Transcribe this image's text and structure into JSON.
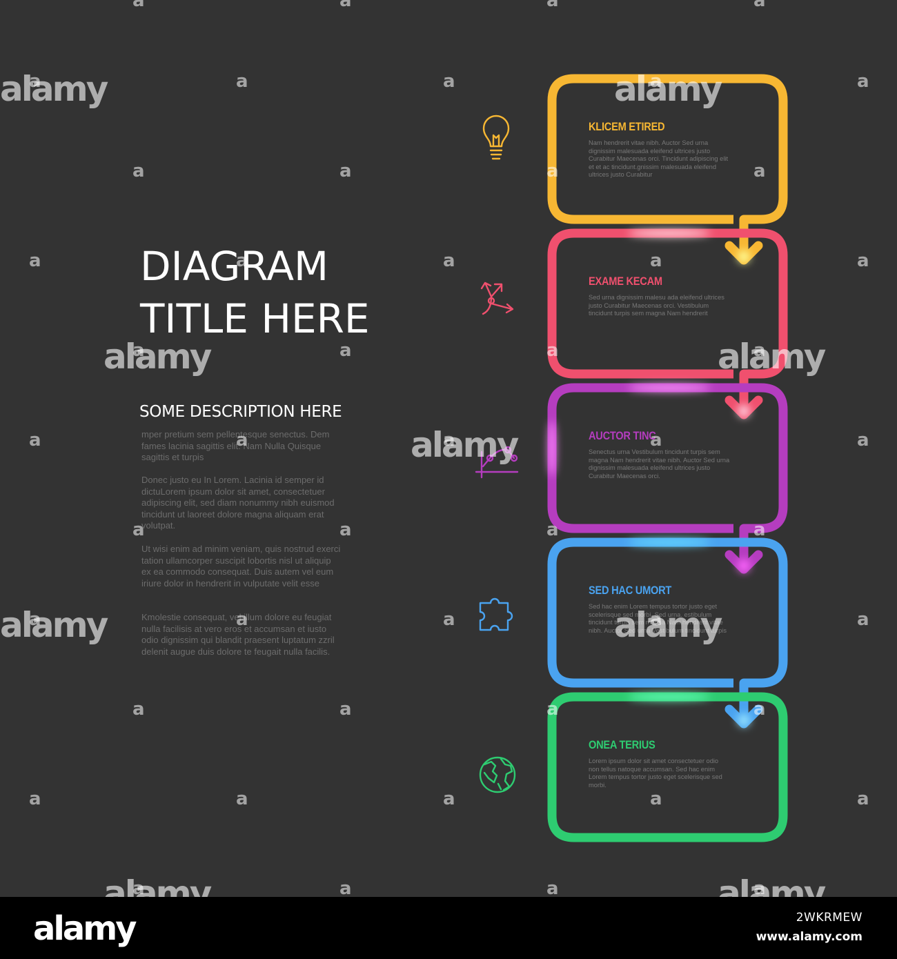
{
  "header": {
    "title_line1": "DIAGRAM",
    "title_line2": "TITLE HERE"
  },
  "description": {
    "heading": "SOME DESCRIPTION HERE",
    "paragraphs": [
      "mper pretium sem pellentesque senectus. Dem fames lacinia sagittis elit. Nam Nulla Quisque sagittis et turpis",
      "Donec justo eu In Lorem. Lacinia id semper id dictuLorem ipsum dolor sit amet, consectetuer adipiscing elit, sed diam nonummy nibh euismod tincidunt ut laoreet dolore magna aliquam erat volutpat.",
      "Ut wisi enim ad minim veniam, quis nostrud exerci tation ullamcorper suscipit lobortis nisl ut aliquip ex ea commodo consequat. Duis autem vel eum iriure dolor in hendrerit in vulputate velit esse",
      "Kmolestie consequat, vel illum dolore eu feugiat nulla facilisis at vero eros et accumsan et iusto odio dignissim qui blandit praesent luptatum zzril delenit augue duis dolore te feugait nulla facilis."
    ]
  },
  "steps": [
    {
      "title": "KLICEM ETIRED",
      "text": "Nam hendrerit vitae nibh. Auctor Sed urna dignissim malesuada eleifend ultrices justo Curabitur Maecenas orci. Tincidunt adipiscing elit et et ac tincidunt.gnissim malesuada eleifend ultrices justo Curabitur",
      "color": "#f7b733",
      "icon": "lightbulb-icon"
    },
    {
      "title": "EXAME KECAM",
      "text": "Sed urna dignissim malesu ada eleifend ultrices justo Curabitur Maecenas orci. Vestibulum tincidunt turpis sem magna Nam hendrerit",
      "color": "#f0506e",
      "icon": "split-arrows-icon"
    },
    {
      "title": "AUCTOR TINC",
      "text": "Senectus urna Vestibulum tincidunt turpis sem magna Nam hendrerit vitae nibh. Auctor Sed urna dignissim malesuada eleifend ultrices justo Curabitur Maecenas orci.",
      "color": "#b53dbf",
      "icon": "graph-chart-icon"
    },
    {
      "title": "SED HAC UMORT",
      "text": "Sed hac enim Lorem tempus tortor justo eget scelerisque sed morbi. Sed urna. estibulum tincidunt turpis sem magna Nam hendrerit vitae nibh. Auctor Sed urna Vestibulum tincidunt turpis",
      "color": "#4aa3f0",
      "icon": "puzzle-piece-icon"
    },
    {
      "title": "ONEA TERIUS",
      "text": "Lorem ipsum dolor sit amet consectetuer odio non tellus natoque accumsan. Sed hac enim Lorem tempus tortor justo eget scelerisque sed morbi.",
      "color": "#2ecc71",
      "icon": "globe-icon"
    }
  ],
  "watermark": {
    "brand": "alamy",
    "letter": "a"
  },
  "footer": {
    "logo": "alamy",
    "image_id": "2WKRMEW",
    "url": "www.alamy.com"
  }
}
